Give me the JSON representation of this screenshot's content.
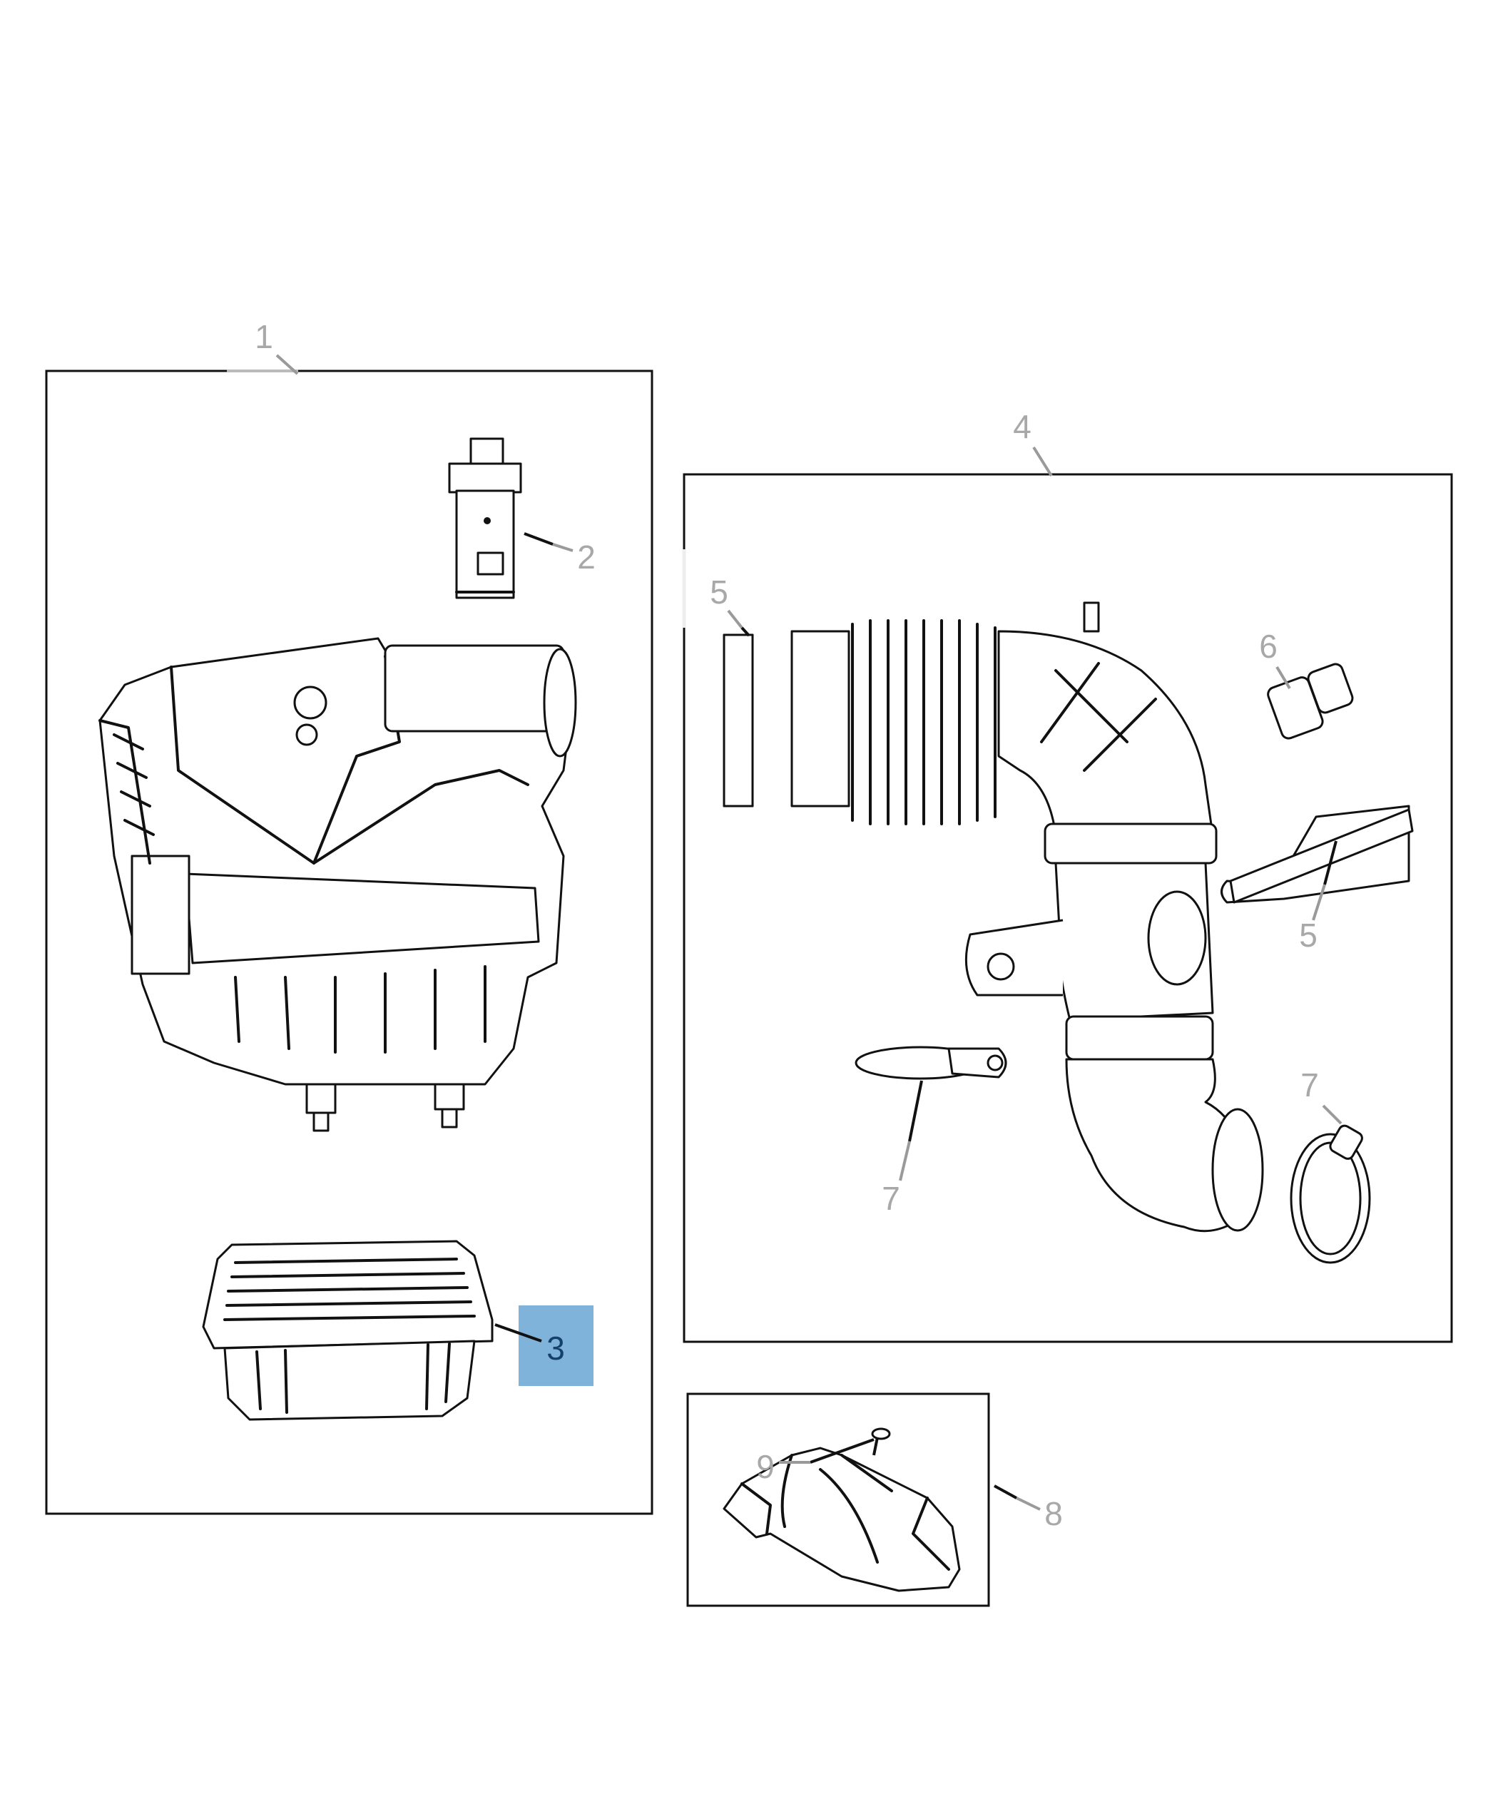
{
  "diagram": {
    "callouts": [
      {
        "id": "1",
        "label": "1"
      },
      {
        "id": "2",
        "label": "2"
      },
      {
        "id": "3",
        "label": "3",
        "selected": true
      },
      {
        "id": "4",
        "label": "4"
      },
      {
        "id": "5a",
        "label": "5"
      },
      {
        "id": "5b",
        "label": "5"
      },
      {
        "id": "6",
        "label": "6"
      },
      {
        "id": "7a",
        "label": "7"
      },
      {
        "id": "7b",
        "label": "7"
      },
      {
        "id": "8",
        "label": "8"
      },
      {
        "id": "9",
        "label": "9"
      }
    ],
    "colors": {
      "callout_text": "#a8a8a8",
      "selected_highlight": "#80b3d9",
      "selected_text": "#14406b",
      "line_art": "#111111"
    }
  }
}
